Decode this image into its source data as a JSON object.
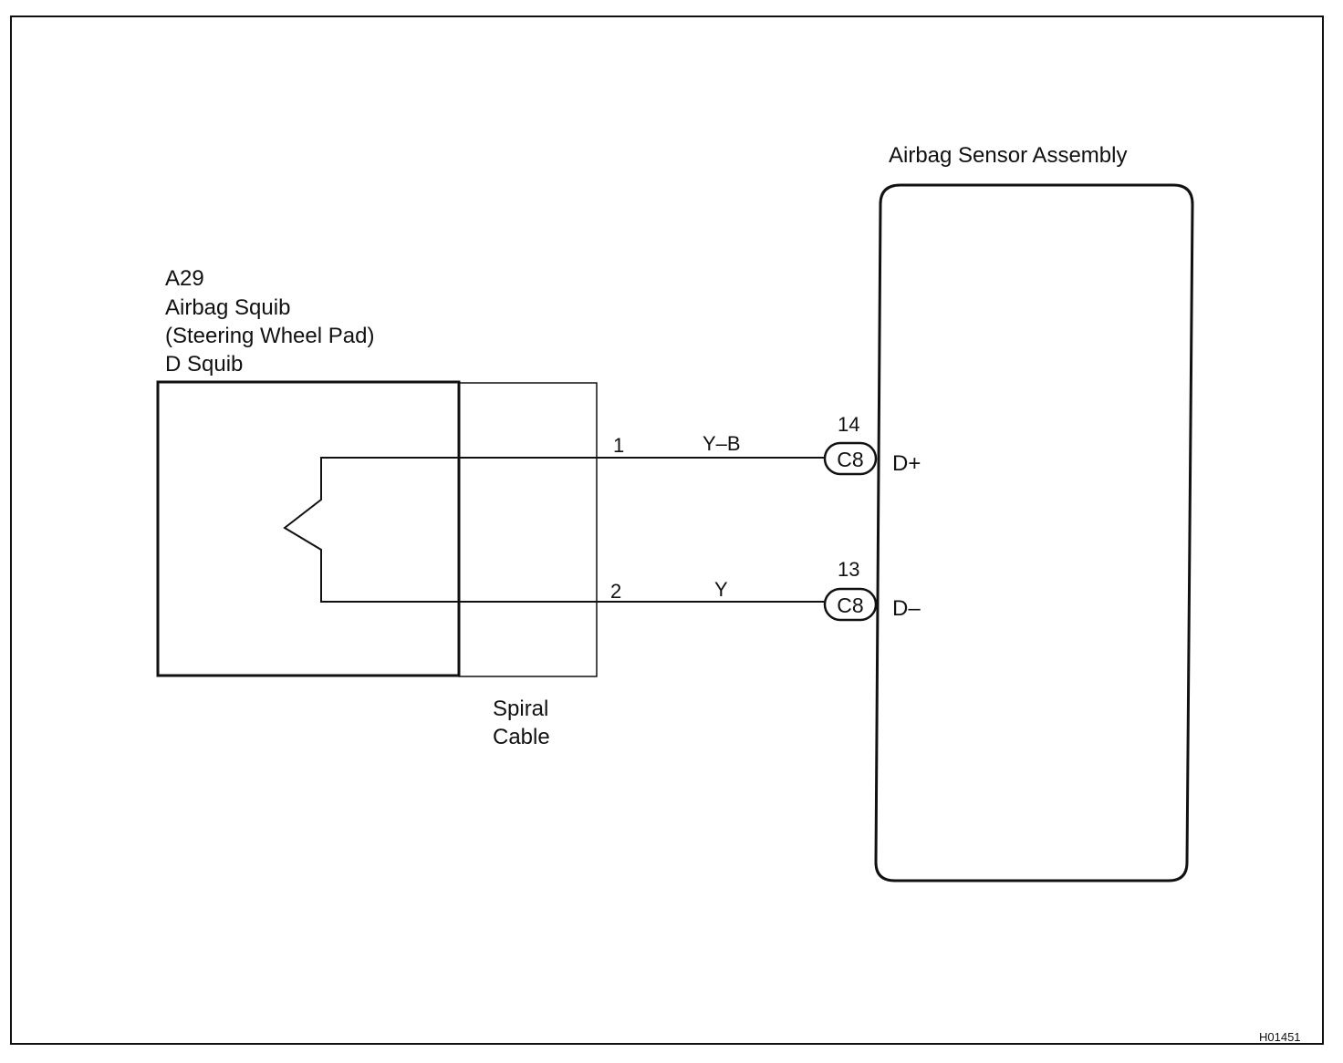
{
  "diagram": {
    "squib": {
      "lines": [
        "A29",
        "Airbag Squib",
        "(Steering Wheel Pad)",
        "D Squib"
      ]
    },
    "spiral_cable": {
      "lines": [
        "Spiral",
        "Cable"
      ]
    },
    "sensor": {
      "label": "Airbag Sensor Assembly"
    },
    "wires": [
      {
        "squib_pin": "1",
        "color": "Y–B",
        "sensor_pin": "14",
        "connector": "C8",
        "terminal": "D+"
      },
      {
        "squib_pin": "2",
        "color": "Y",
        "sensor_pin": "13",
        "connector": "C8",
        "terminal": "D–"
      }
    ],
    "figure_code": "H01451"
  }
}
